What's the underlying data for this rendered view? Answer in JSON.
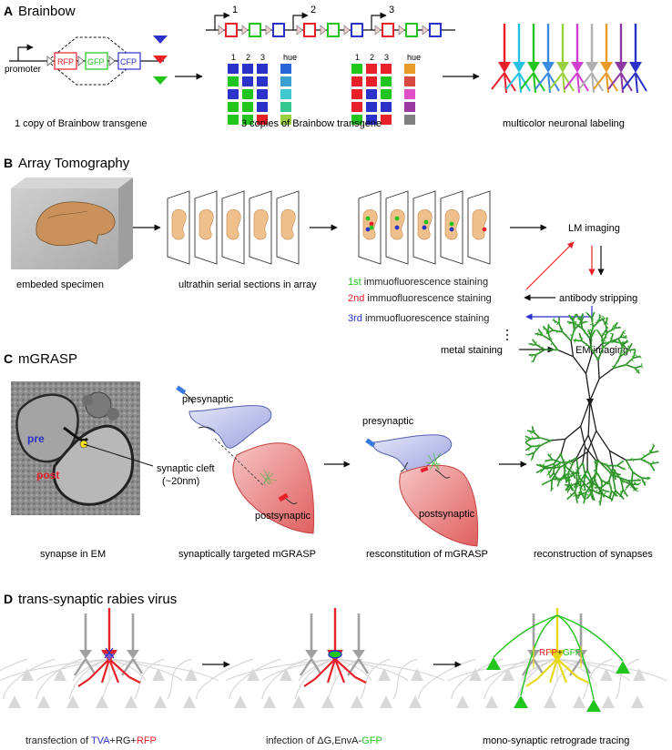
{
  "panels": {
    "a": {
      "letter": "A",
      "title": "Brainbow",
      "promoter": "promoter",
      "rfp": "RFP",
      "gfp": "GFP",
      "cfp": "CFP",
      "copy_nums": [
        "1",
        "2",
        "3"
      ],
      "grid1_headers": [
        "1",
        "2",
        "3",
        "hue"
      ],
      "grid2_headers": [
        "1",
        "2",
        "3",
        "hue"
      ],
      "cap1": "1 copy of Brainbow transgene",
      "cap2": "3 copies of Brainbow transgene",
      "cap3": "multicolor neuronal labeling"
    },
    "b": {
      "letter": "B",
      "title": "Array Tomography",
      "cap1": "embeded specimen",
      "cap2": "ultrathin serial sections in array",
      "lm": "LM imaging",
      "strip": "antibody stripping",
      "s1_num": "1st",
      "s1_text": " immuofluorescence staining",
      "s2_num": "2nd",
      "s2_text": " immuofluorescence staining",
      "s3_num": "3rd",
      "s3_text": " immuofluorescence staining",
      "metal": "metal staining",
      "em": "EM imaging"
    },
    "c": {
      "letter": "C",
      "title": "mGRASP",
      "pre_em": "pre",
      "post_em": "post",
      "presyn1": "presynaptic",
      "cleft1": "synaptic cleft",
      "cleft2": "(~20nm)",
      "postsyn1": "postsynaptic",
      "presyn2": "presynaptic",
      "postsyn2": "postsynaptic",
      "cap1": "synapse in EM",
      "cap2": "synaptically targeted mGRASP",
      "cap3": "resconstitution of mGRASP",
      "cap4": "reconstruction of synapses"
    },
    "d": {
      "letter": "D",
      "title": "trans-synaptic rabies virus",
      "cap1_a": "transfection of ",
      "cap1_tva": "TVA",
      "cap1_plus1": "+RG+",
      "cap1_rfp": "RFP",
      "cap2_a": "infection of ΔG,EnvA-",
      "cap2_gfp": "GFP",
      "cap3": "mono-synaptic retrograde tracing",
      "label_rfp": "RFP",
      "label_plus": "+",
      "label_gfp": "GFP"
    }
  },
  "colors": {
    "red": "#e8202a",
    "green": "#22c41e",
    "blue": "#2b32c8",
    "gray": "#9a9a9a",
    "light_gray": "#d8d8d8",
    "brain": "#e0aa72"
  }
}
